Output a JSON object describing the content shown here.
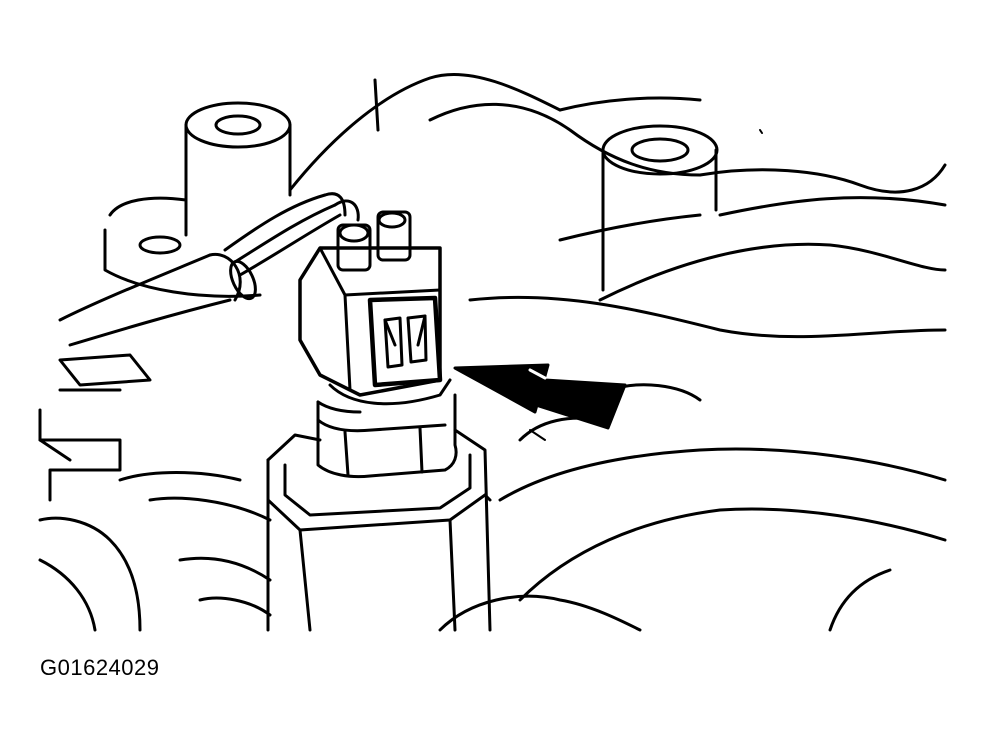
{
  "figure": {
    "figure_id": "G01624029",
    "line_color": "#000000",
    "background_color": "#ffffff",
    "components": [
      {
        "name": "wiring-harness",
        "icon": "cable-icon"
      },
      {
        "name": "electrical-connector",
        "icon": "connector-icon"
      },
      {
        "name": "sensor-hex-nut",
        "icon": "hex-nut-icon"
      },
      {
        "name": "mounting-boss",
        "icon": "boss-icon"
      },
      {
        "name": "callout-arrow",
        "icon": "arrow-left-icon"
      },
      {
        "name": "cylindrical-bosses",
        "icon": "cylinder-icon"
      },
      {
        "name": "engine-housing",
        "icon": "engine-icon"
      }
    ]
  }
}
